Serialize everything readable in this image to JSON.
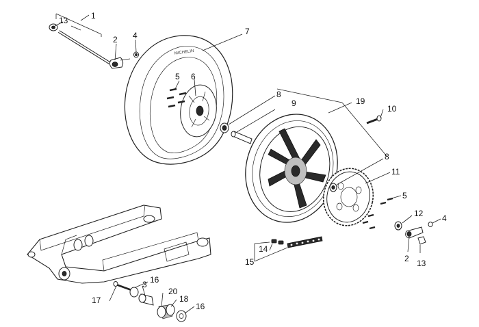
{
  "diagram": {
    "callouts": [
      {
        "id": "c1",
        "text": "1"
      },
      {
        "id": "c13a",
        "text": "13"
      },
      {
        "id": "c2a",
        "text": "2"
      },
      {
        "id": "c4a",
        "text": "4"
      },
      {
        "id": "c7",
        "text": "7"
      },
      {
        "id": "c5a",
        "text": "5"
      },
      {
        "id": "c6",
        "text": "6"
      },
      {
        "id": "c8a",
        "text": "8"
      },
      {
        "id": "c9",
        "text": "9"
      },
      {
        "id": "c19",
        "text": "19"
      },
      {
        "id": "c10",
        "text": "10"
      },
      {
        "id": "c8b",
        "text": "8"
      },
      {
        "id": "c11",
        "text": "11"
      },
      {
        "id": "c5b",
        "text": "5"
      },
      {
        "id": "c12",
        "text": "12"
      },
      {
        "id": "c4b",
        "text": "4"
      },
      {
        "id": "c2b",
        "text": "2"
      },
      {
        "id": "c13b",
        "text": "13"
      },
      {
        "id": "c14",
        "text": "14"
      },
      {
        "id": "c15",
        "text": "15"
      },
      {
        "id": "c16a",
        "text": "16"
      },
      {
        "id": "c3",
        "text": "3"
      },
      {
        "id": "c17",
        "text": "17"
      },
      {
        "id": "c20",
        "text": "20"
      },
      {
        "id": "c18",
        "text": "18"
      },
      {
        "id": "c16b",
        "text": "16"
      }
    ],
    "tire_brand_mark": "MICHELIN"
  }
}
